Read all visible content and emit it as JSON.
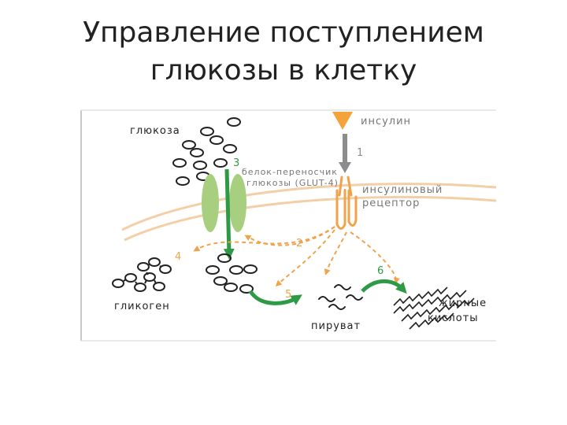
{
  "title": {
    "line1": "Управление поступлением",
    "line2": "глюкозы в клетку"
  },
  "labels": {
    "glucose": "глюкоза",
    "insulin": "инсулин",
    "transporter_line1": "белок-переносчик",
    "transporter_line2": "глюкозы (GLUT-4)",
    "receptor_line1": "инсулиновый",
    "receptor_line2": "рецептор",
    "glycogen": "гликоген",
    "pyruvate": "пируват",
    "fatty_line1": "жирные",
    "fatty_line2": "кислоты"
  },
  "steps": [
    "1",
    "2",
    "3",
    "4",
    "5",
    "6"
  ],
  "colors": {
    "transporter": "#a7cf7f",
    "arrow_green": "#2e9a45",
    "orange": "#f0a34a",
    "membrane": "#f2cfa6",
    "insulin": "#f4a23a",
    "gray": "#8c8c8c",
    "text": "#222222"
  },
  "icons": [
    "glucose-molecule-icon",
    "insulin-triangle-icon",
    "insulin-receptor-icon",
    "pyruvate-molecule-icon",
    "fatty-acid-chain-icon"
  ]
}
